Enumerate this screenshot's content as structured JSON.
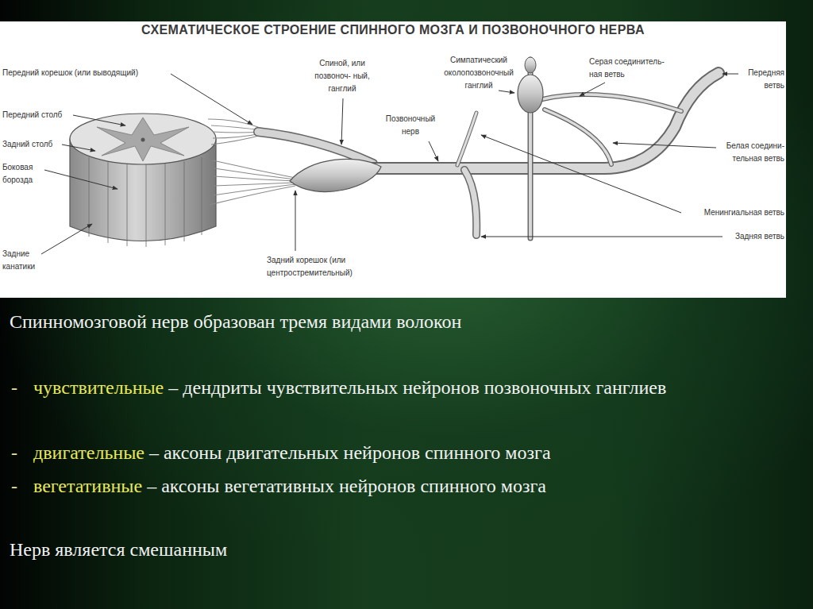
{
  "diagram": {
    "title": "СХЕМАТИЧЕСКОЕ СТРОЕНИЕ СПИННОГО МОЗГА И ПОЗВОНОЧНОГО НЕРВА",
    "labels": [
      "Передний корешок (или выводящий)",
      "Передний столб",
      "Задний столб",
      "Боковая борозда",
      "Задние канатики",
      "Спиной, или позвоноч- ный, ганглий",
      "Симпатический околопозвоночный ганглий",
      "Серая соединитель- ная ветвь",
      "Передняя ветвь",
      "Позвоночный нерв",
      "Белая соедини- тельная ветвь",
      "Менингиальная ветвь",
      "Задняя ветвь",
      "Задний корешок (или центростремительный)",
      "Спинномозговой нерв образован тремя видами волокон",
      "-",
      "чувствительные",
      "– дендриты чувствительных нейронов позвоночных ганглиев",
      "-",
      "двигательные",
      "– аксоны двигательных нейронов спинного мозга",
      "-",
      "вегетативные",
      "– аксоны вегетативных нейронов спинного мозга",
      "Нерв является смешанным"
    ]
  }
}
